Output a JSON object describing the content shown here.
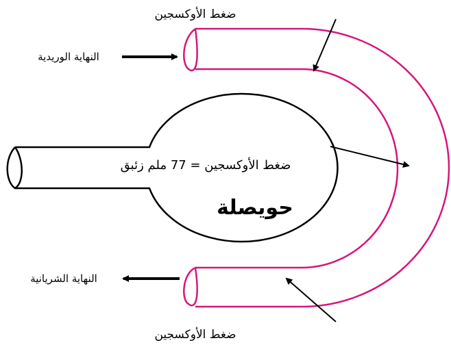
{
  "labels": {
    "oxygen_top": "ضغط الأوكسجين",
    "oxygen_bottom": "ضغط الأوكسجين",
    "venous_end": "النهاية الوريدية",
    "arterial_end": "النهاية الشريانية",
    "alveolus_pressure": "ضغط الأوكسجين = 77   ملم زئبق",
    "alveolus": "حويصلة"
  },
  "colors": {
    "capillary": "#d6157a",
    "outline": "#000000",
    "background": "#ffffff"
  }
}
